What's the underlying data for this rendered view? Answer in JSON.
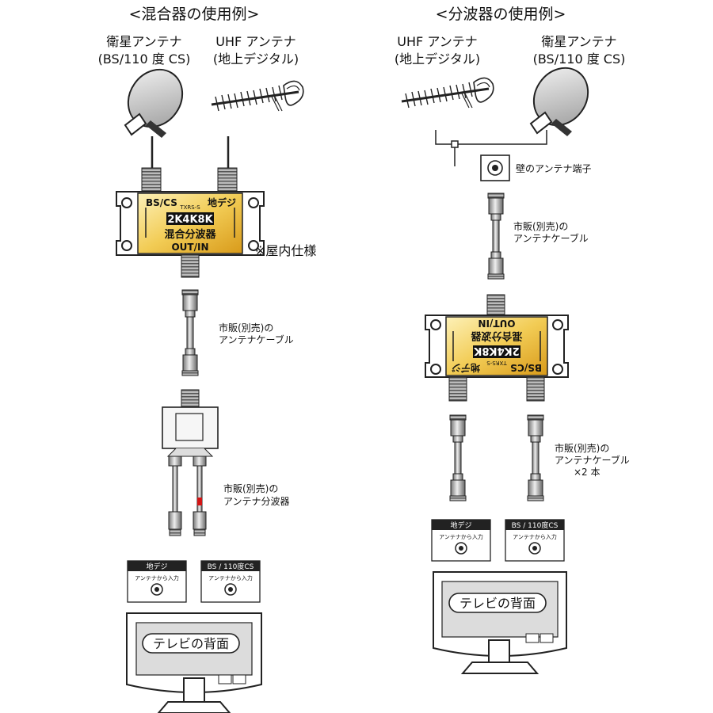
{
  "left": {
    "title": "<混合器の使用例>",
    "satellite": {
      "line1": "衛星アンテナ",
      "line2": "(BS/110 度 CS)"
    },
    "uhf": {
      "line1": "UHF アンテナ",
      "line2": "(地上デジタル)"
    },
    "device": {
      "in_left": "BS/CS",
      "in_right": "地デジ",
      "model": "TXRS-S",
      "badge": "2K4K8K",
      "name": "混合分波器",
      "port": "OUT/IN"
    },
    "indoor_note": "※屋内仕様",
    "cable": {
      "line1": "市販(別売)の",
      "line2": "アンテナケーブル"
    },
    "splitter": {
      "line1": "市販(別売)の",
      "line2": "アンテナ分波器"
    },
    "tv_inputs": [
      {
        "header": "地デジ",
        "caption": "アンテナから入力"
      },
      {
        "header": "BS / 110度CS",
        "caption": "アンテナから入力"
      }
    ],
    "tv_back": "テレビの背面"
  },
  "right": {
    "title": "<分波器の使用例>",
    "uhf": {
      "line1": "UHF アンテナ",
      "line2": "(地上デジタル)"
    },
    "satellite": {
      "line1": "衛星アンテナ",
      "line2": "(BS/110 度 CS)"
    },
    "wall": "壁のアンテナ端子",
    "cable": {
      "line1": "市販(別売)の",
      "line2": "アンテナケーブル"
    },
    "device": {
      "in_left": "BS/CS",
      "in_right": "地デジ",
      "model": "TXRS-S",
      "badge": "2K4K8K",
      "name": "混合分波器",
      "port": "OUT/IN"
    },
    "cable2": {
      "line1": "市販(別売)の",
      "line2": "アンテナケーブル",
      "line3": "×2 本"
    },
    "tv_inputs": [
      {
        "header": "地デジ",
        "caption": "アンテナから入力"
      },
      {
        "header": "BS / 110度CS",
        "caption": "アンテナから入力"
      }
    ],
    "tv_back": "テレビの背面"
  },
  "colors": {
    "gold": "#e8b73a",
    "gold_light": "#fbe7a0",
    "red": "#d41515"
  }
}
